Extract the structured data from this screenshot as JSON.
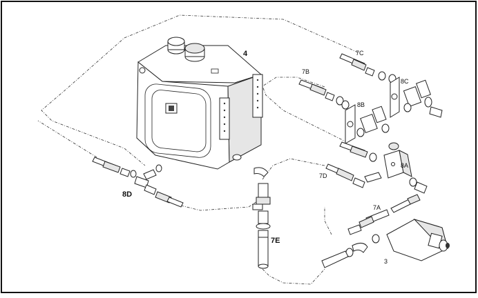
{
  "diagram": {
    "labels": {
      "tank": "4",
      "hose_7c": "7C",
      "hose_7b": "7B",
      "valve_8c": "8C",
      "valve_8b": "8B",
      "valve_8a": "8A",
      "hose_7d": "7D",
      "fitting_8d": "8D",
      "hose_7a": "7A",
      "hose_7e": "7E",
      "pump": "3"
    }
  }
}
